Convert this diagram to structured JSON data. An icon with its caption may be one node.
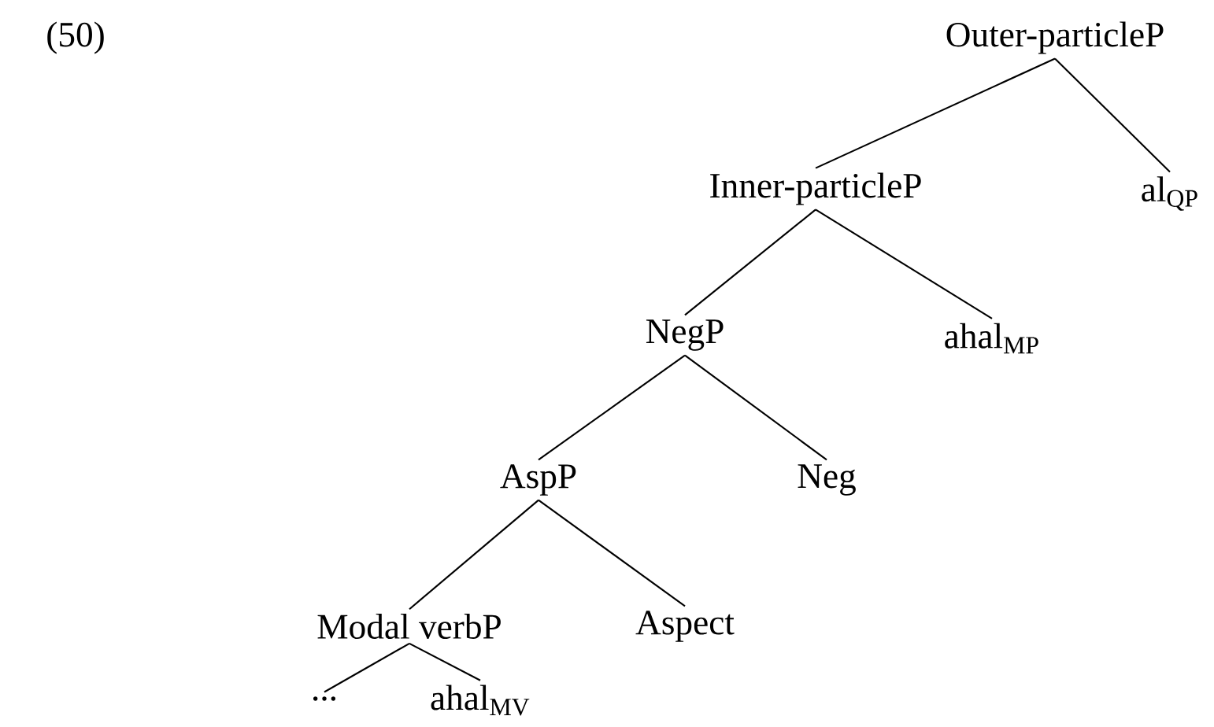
{
  "diagram": {
    "nodes": [
      {
        "text": [
          "Outer-particleP"
        ]
      },
      {
        "text": [
          "Inner-particleP"
        ]
      },
      {
        "text": [
          "al$_{QP}$"
        ]
      },
      {
        "text": [
          "NegP"
        ]
      },
      {
        "text": [
          "ahal$_{MP}$"
        ]
      },
      {
        "text": [
          "AspP"
        ]
      },
      {
        "text": [
          "Neg"
        ]
      },
      {
        "text": [
          "Modal verbP"
        ]
      },
      {
        "text": [
          "Aspect"
        ]
      },
      {
        "text": [
          "..."
        ]
      },
      {
        "text": [
          "ahal$_{MV}$"
        ]
      }
    ],
    "edges": [
      {
        "from": 0,
        "to": 1,
        "arrow": "none"
      },
      {
        "from": 0,
        "to": 2,
        "arrow": "none"
      },
      {
        "from": 1,
        "to": 3,
        "arrow": "none"
      },
      {
        "from": 1,
        "to": 4,
        "arrow": "none"
      },
      {
        "from": 3,
        "to": 5,
        "arrow": "none"
      },
      {
        "from": 3,
        "to": 6,
        "arrow": "none"
      },
      {
        "from": 5,
        "to": 7,
        "arrow": "none"
      },
      {
        "from": 5,
        "to": 8,
        "arrow": "none"
      },
      {
        "from": 7,
        "to": 9,
        "arrow": "none"
      },
      {
        "from": 7,
        "to": 10,
        "arrow": "none"
      }
    ],
    "labels": [
      "(50)"
    ]
  }
}
